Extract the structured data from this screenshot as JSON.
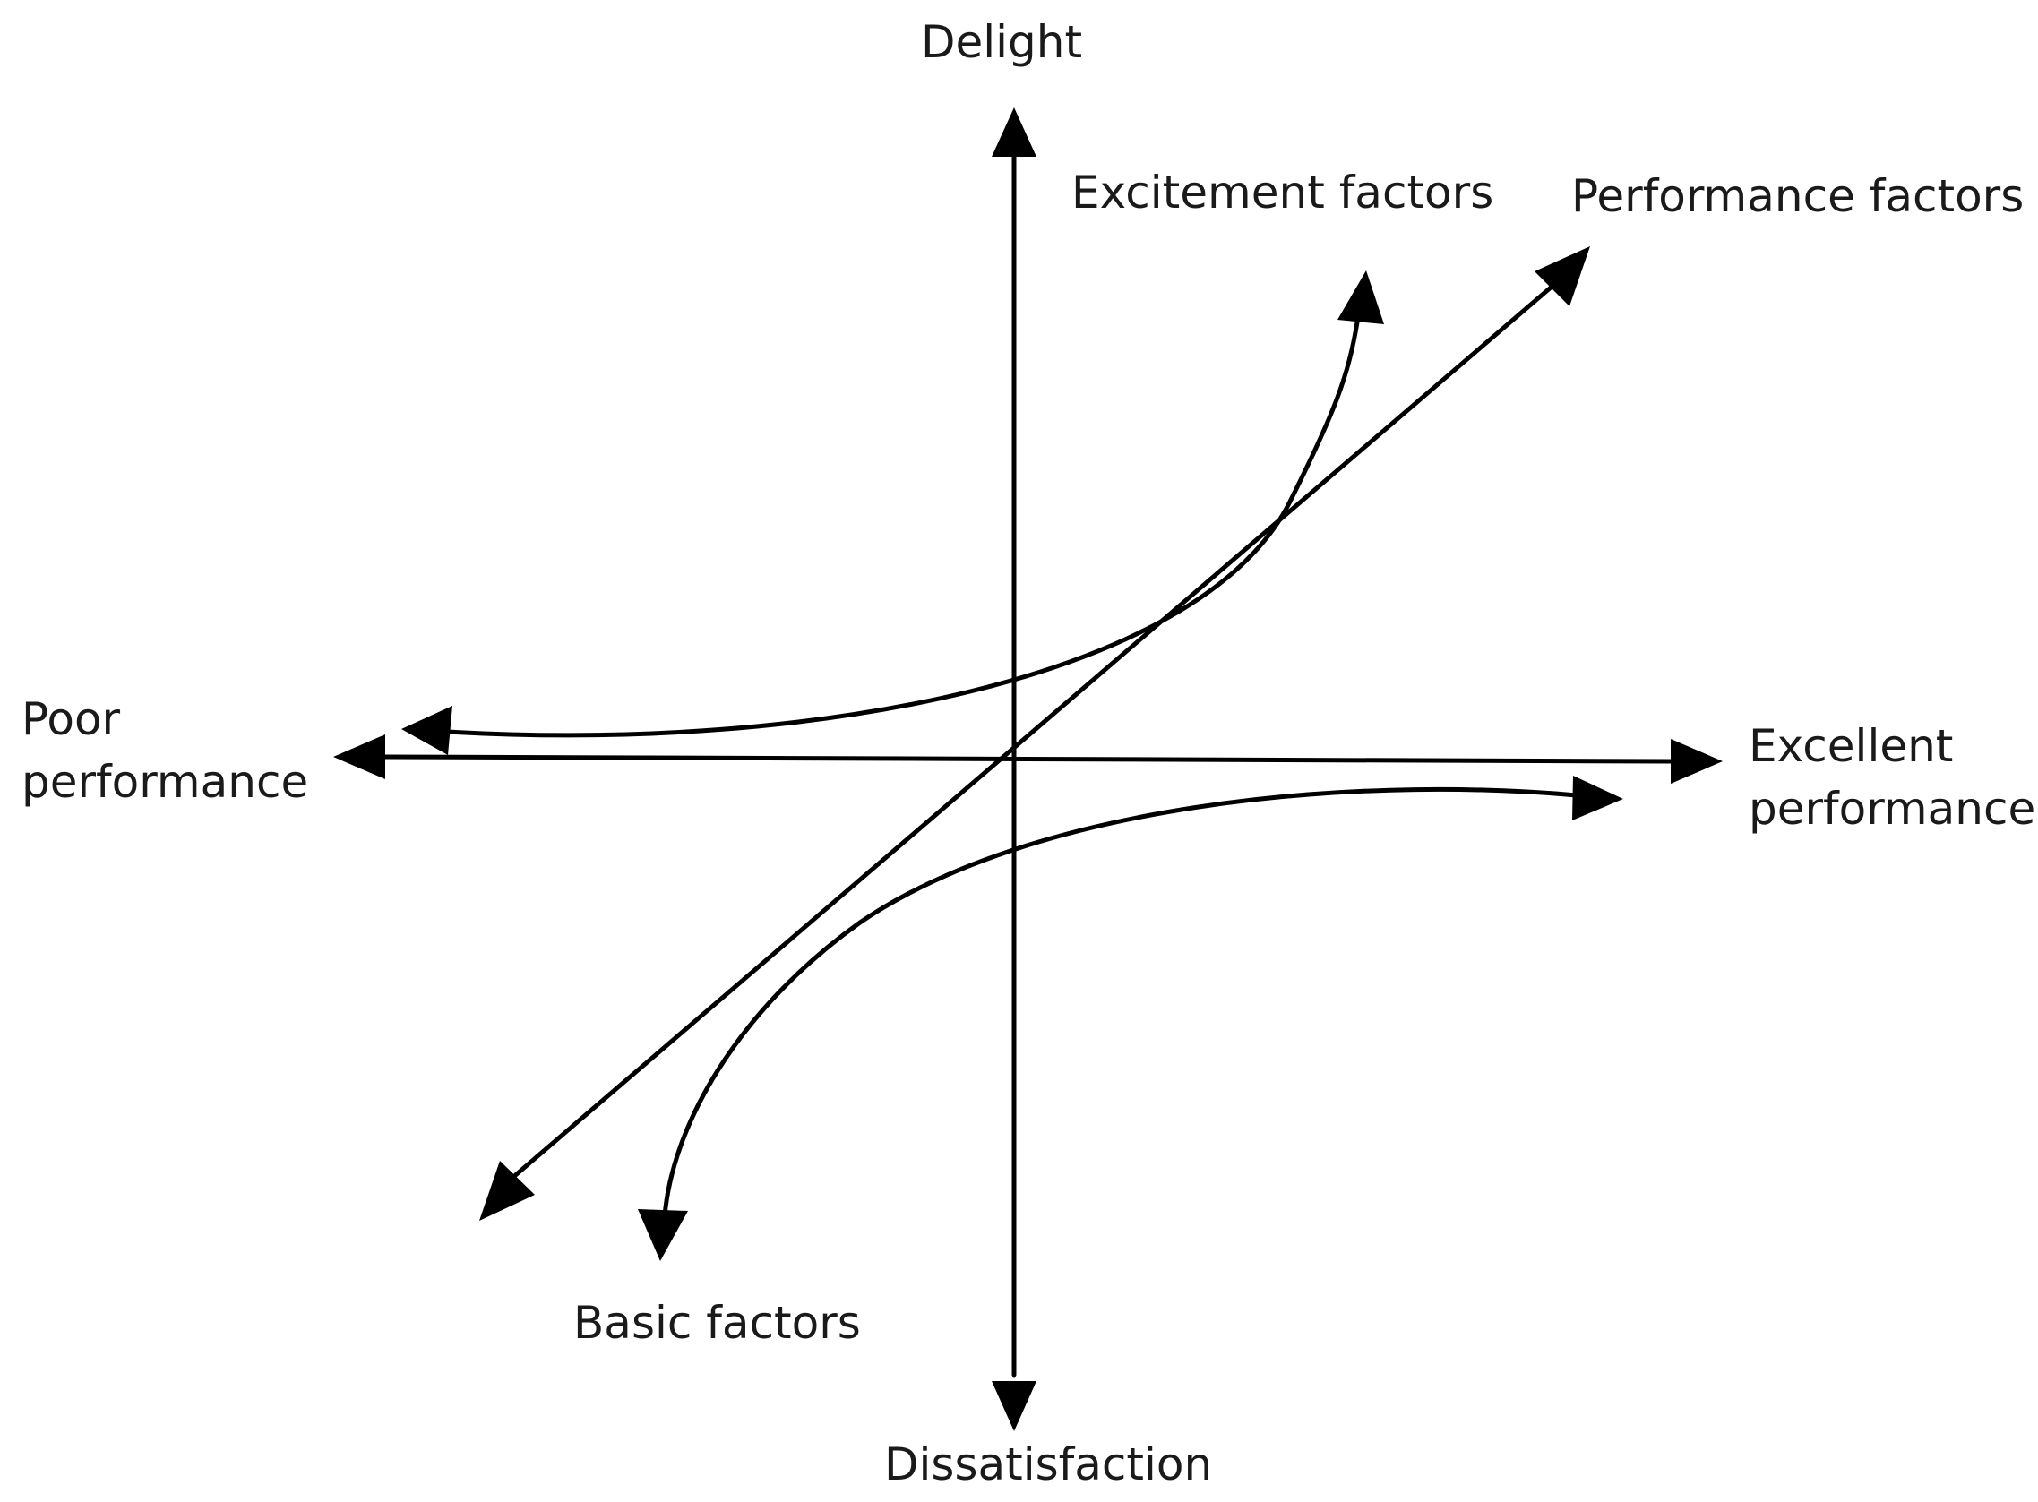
{
  "axes": {
    "top": "Delight",
    "bottom": "Dissatisfaction",
    "left_line1": "Poor",
    "left_line2": "performance",
    "right_line1": "Excellent",
    "right_line2": "performance"
  },
  "curves": {
    "excitement": "Excitement factors",
    "performance": "Performance factors",
    "basic": "Basic factors"
  },
  "colors": {
    "stroke": "#000000",
    "text": "#1a1a1a",
    "background": "#ffffff"
  }
}
